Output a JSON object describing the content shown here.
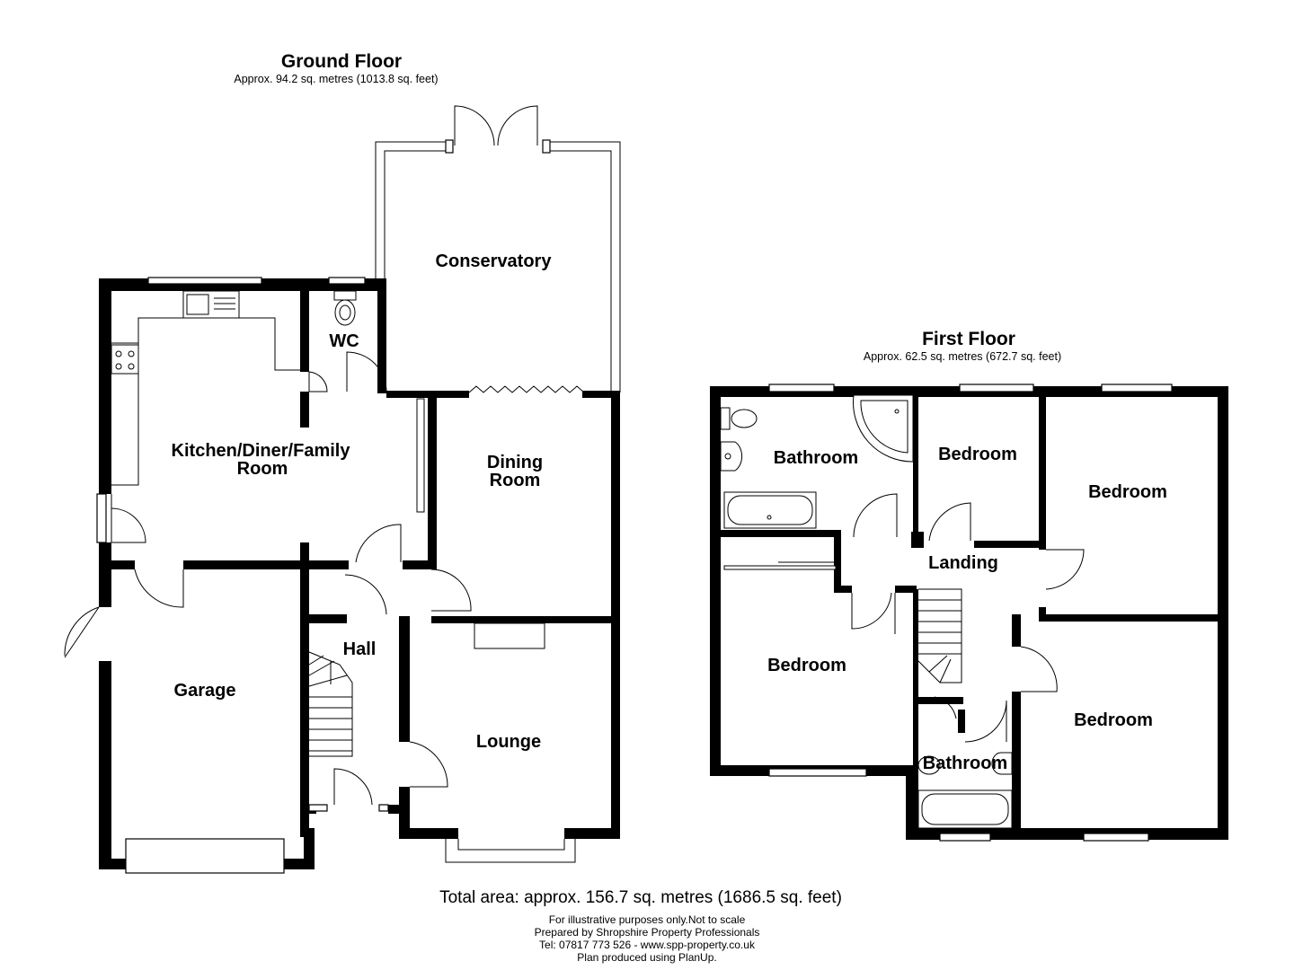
{
  "ground_floor": {
    "title": "Ground Floor",
    "area": "Approx. 94.2 sq. metres (1013.8 sq. feet)",
    "rooms": {
      "conservatory": "Conservatory",
      "wc": "WC",
      "kitchen_line1": "Kitchen/Diner/Family",
      "kitchen_line2": "Room",
      "dining_line1": "Dining",
      "dining_line2": "Room",
      "hall": "Hall",
      "garage": "Garage",
      "lounge": "Lounge"
    }
  },
  "first_floor": {
    "title": "First Floor",
    "area": "Approx. 62.5 sq. metres (672.7 sq. feet)",
    "rooms": {
      "bathroom_main": "Bathroom",
      "bedroom_small": "Bedroom",
      "bedroom_front_right": "Bedroom",
      "landing": "Landing",
      "bedroom_left": "Bedroom",
      "bedroom_rear_right": "Bedroom",
      "bathroom_ensuite": "Bathroom"
    }
  },
  "footer": {
    "total": "Total area: approx. 156.7 sq. metres (1686.5 sq. feet)",
    "line1": "For illustrative purposes only.Not to scale",
    "line2": "Prepared by Shropshire Property Professionals",
    "line3": "Tel: 07817 773 526 - www.spp-property.co.uk",
    "line4": "Plan produced using PlanUp."
  }
}
